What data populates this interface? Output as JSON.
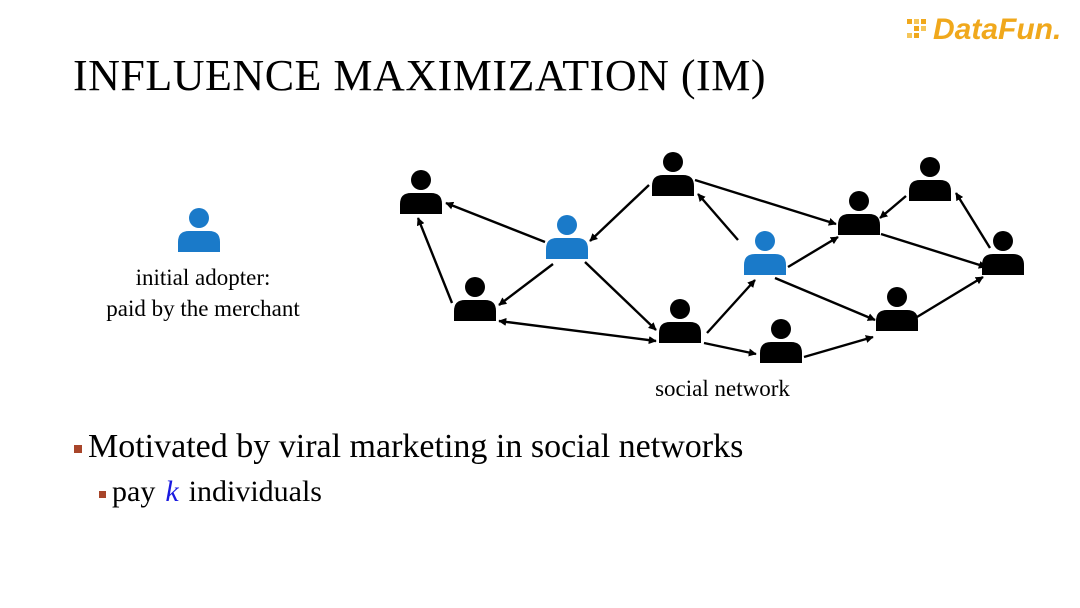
{
  "slide": {
    "title": "INFLUENCE MAXIMIZATION (IM)"
  },
  "logo": {
    "text": "DataFun.",
    "color": "#f0a81c",
    "icon": "pixel-dots-icon"
  },
  "legend": {
    "line1": "initial adopter:",
    "line2": "paid by the merchant",
    "icon": "person-icon",
    "color": "#1a7ac9"
  },
  "diagram": {
    "caption": "social network",
    "adopter_color": "#1a7ac9",
    "node_color": "#000000"
  },
  "bullets": {
    "main": "Motivated by viral marketing in social networks",
    "sub_prefix": "pay",
    "sub_var": "k",
    "sub_suffix": "individuals",
    "marker_color": "#a8452a",
    "var_color": "#1a1ae0"
  }
}
